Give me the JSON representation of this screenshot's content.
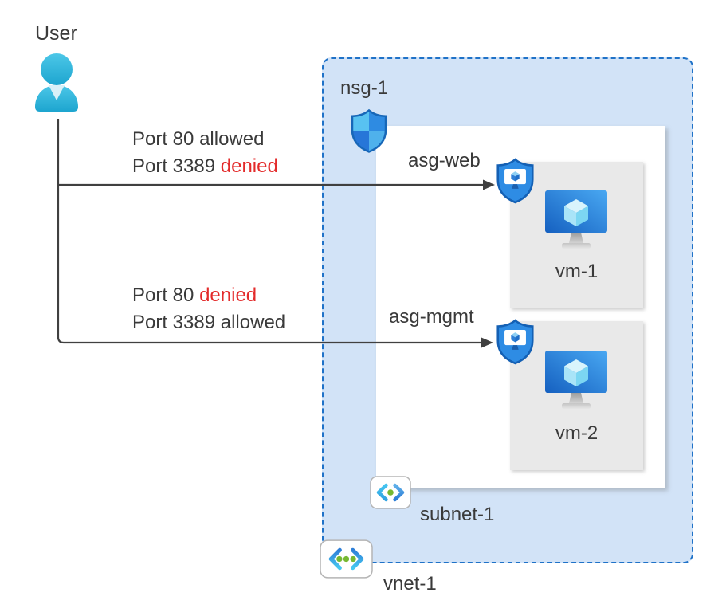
{
  "diagram": {
    "title_hint": "Azure NSG / ASG traffic filtering diagram",
    "user_label": "User",
    "nsg_label": "nsg-1",
    "asg_web_label": "asg-web",
    "asg_mgmt_label": "asg-mgmt",
    "vm1_label": "vm-1",
    "vm2_label": "vm-2",
    "subnet_label": "subnet-1",
    "vnet_label": "vnet-1",
    "flows": [
      {
        "lines": [
          {
            "prefix": "Port 80",
            "status": "allowed"
          },
          {
            "prefix": "Port 3389",
            "status": "denied"
          }
        ]
      },
      {
        "lines": [
          {
            "prefix": "Port 80",
            "status": "denied"
          },
          {
            "prefix": "Port 3389",
            "status": "allowed"
          }
        ]
      }
    ],
    "icons": [
      "user-person-icon",
      "nsg-shield-icon",
      "asg-shield-vm-icon",
      "vm-monitor-cube-icon",
      "subnet-brackets-icon",
      "vnet-brackets-icon"
    ],
    "colors": {
      "text": "#3a3a3a",
      "denied_text": "#e32b2b",
      "arrow": "#404040",
      "vnet_fill": "#d2e3f7",
      "vnet_border": "#1f72c8",
      "subnet_fill": "#ffffff",
      "vm_box_fill": "#e9e9e9",
      "azure_blue": "#2e8ce4",
      "azure_cyan": "#35b9dd",
      "green_dot": "#76b831"
    }
  }
}
